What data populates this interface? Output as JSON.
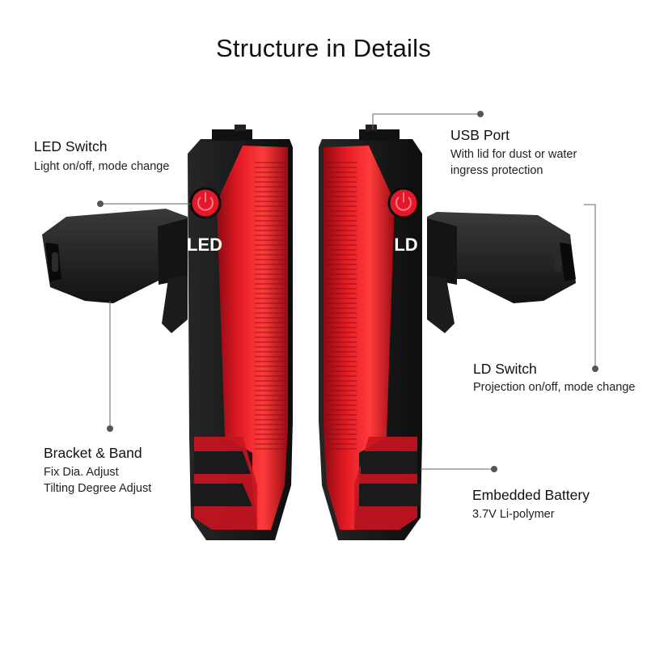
{
  "title": "Structure in Details",
  "callouts": [
    {
      "id": "led-switch",
      "label": "LED Switch",
      "desc": [
        "Light on/off, mode change"
      ]
    },
    {
      "id": "usb-port",
      "label": "USB Port",
      "desc": [
        "With lid for dust or water",
        "ingress protection"
      ]
    },
    {
      "id": "ld-switch",
      "label": "LD Switch",
      "desc": [
        "Projection on/off, mode change"
      ]
    },
    {
      "id": "bracket-band",
      "label": "Bracket & Band",
      "desc": [
        "Fix Dia. Adjust",
        "Tilting Degree Adjust"
      ]
    },
    {
      "id": "embedded-battery",
      "label": "Embedded Battery",
      "desc": [
        "3.7V Li-polymer"
      ]
    }
  ],
  "devices": {
    "left_button_text": "LED",
    "right_button_text": "LD"
  },
  "colors": {
    "body": "#1b1b1b",
    "lens": "#d8141e",
    "lens_dark": "#7a0a10",
    "button": "#e5182a",
    "leader": "#666666"
  }
}
